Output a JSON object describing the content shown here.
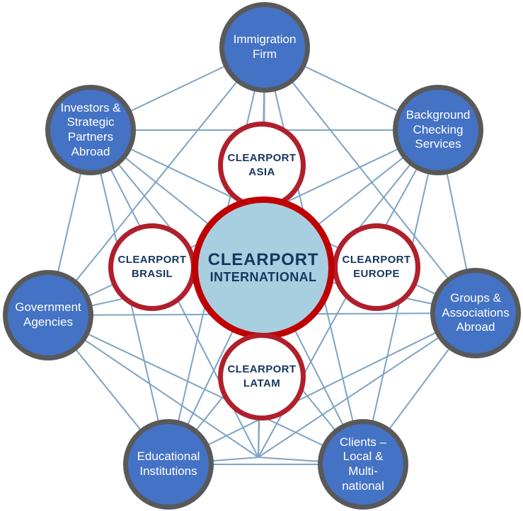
{
  "diagram": {
    "hub": {
      "id": "clearport-international",
      "title": "CLEARPORT",
      "subtitle": "INTERNATIONAL"
    },
    "satellites": [
      {
        "id": "clearport-asia",
        "label": "CLEARPORT\nASIA"
      },
      {
        "id": "clearport-brasil",
        "label": "CLEARPORT\nBRASIL"
      },
      {
        "id": "clearport-europe",
        "label": "CLEARPORT\nEUROPE"
      },
      {
        "id": "clearport-latam",
        "label": "CLEARPORT\nLATAM"
      }
    ],
    "partners": [
      {
        "id": "immigration-firm",
        "label": "Immigration\nFirm"
      },
      {
        "id": "investors-strategic-partners",
        "label": "Investors &\nStrategic\nPartners\nAbroad"
      },
      {
        "id": "background-checking-services",
        "label": "Background\nChecking\nServices"
      },
      {
        "id": "government-agencies",
        "label": "Government\nAgencies"
      },
      {
        "id": "groups-associations-abroad",
        "label": "Groups &\nAssociations\nAbroad"
      },
      {
        "id": "educational-institutions",
        "label": "Educational\nInstitutions"
      },
      {
        "id": "clients-local-multinational",
        "label": "Clients –\nLocal &\nMulti-\nnational"
      }
    ],
    "edges": [
      [
        "immigration-firm",
        "investors-strategic-partners"
      ],
      [
        "immigration-firm",
        "background-checking-services"
      ],
      [
        "immigration-firm",
        "government-agencies"
      ],
      [
        "immigration-firm",
        "groups-associations-abroad"
      ],
      [
        "immigration-firm",
        "educational-institutions"
      ],
      [
        "immigration-firm",
        "clients-local-multinational"
      ],
      [
        "immigration-firm",
        "bottom-junction"
      ],
      [
        "investors-strategic-partners",
        "background-checking-services"
      ],
      [
        "investors-strategic-partners",
        "government-agencies"
      ],
      [
        "investors-strategic-partners",
        "groups-associations-abroad"
      ],
      [
        "investors-strategic-partners",
        "educational-institutions"
      ],
      [
        "investors-strategic-partners",
        "clients-local-multinational"
      ],
      [
        "investors-strategic-partners",
        "bottom-junction"
      ],
      [
        "background-checking-services",
        "government-agencies"
      ],
      [
        "background-checking-services",
        "groups-associations-abroad"
      ],
      [
        "background-checking-services",
        "educational-institutions"
      ],
      [
        "background-checking-services",
        "clients-local-multinational"
      ],
      [
        "background-checking-services",
        "bottom-junction"
      ],
      [
        "government-agencies",
        "groups-associations-abroad"
      ],
      [
        "government-agencies",
        "educational-institutions"
      ],
      [
        "government-agencies",
        "clients-local-multinational"
      ],
      [
        "government-agencies",
        "bottom-junction"
      ],
      [
        "groups-associations-abroad",
        "educational-institutions"
      ],
      [
        "groups-associations-abroad",
        "clients-local-multinational"
      ],
      [
        "groups-associations-abroad",
        "bottom-junction"
      ],
      [
        "educational-institutions",
        "clients-local-multinational"
      ],
      [
        "educational-institutions",
        "bottom-junction"
      ],
      [
        "clients-local-multinational",
        "bottom-junction"
      ],
      [
        "clearport-international",
        "immigration-firm"
      ],
      [
        "clearport-international",
        "investors-strategic-partners"
      ],
      [
        "clearport-international",
        "background-checking-services"
      ],
      [
        "clearport-international",
        "government-agencies"
      ],
      [
        "clearport-international",
        "groups-associations-abroad"
      ],
      [
        "clearport-international",
        "educational-institutions"
      ],
      [
        "clearport-international",
        "clients-local-multinational"
      ],
      [
        "clearport-international",
        "bottom-junction"
      ]
    ],
    "colors": {
      "partner_fill": "#4472C4",
      "partner_border": "#595959",
      "partner_text": "#FFFFFF",
      "satellite_fill": "#FFFFFF",
      "satellite_border": "#B01F2B",
      "satellite_text": "#17365D",
      "hub_fill": "#A8CFE0",
      "hub_border": "#C00000",
      "hub_text": "#17365D",
      "connector_line": "#7DA3C4"
    }
  }
}
